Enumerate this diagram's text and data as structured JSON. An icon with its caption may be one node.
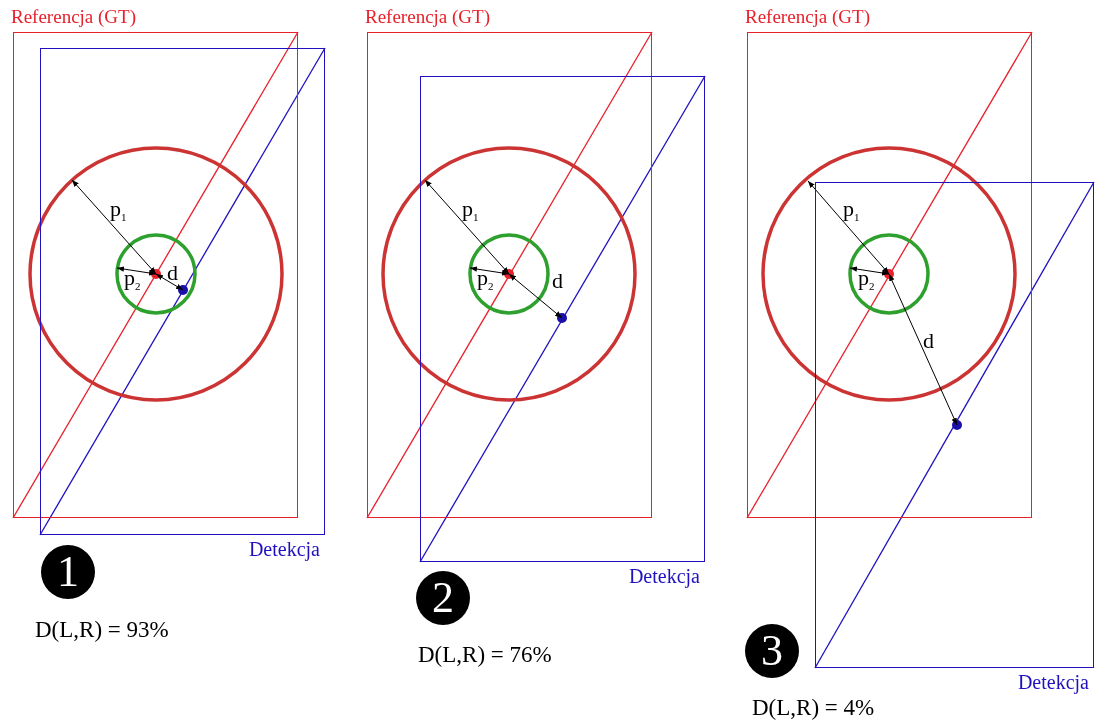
{
  "diagram": {
    "nodes": [
      {
        "text": [
          "Referencja (GT)"
        ]
      },
      {
        "text": [
          "Detekcja"
        ]
      },
      {
        "text": [
          "1"
        ]
      },
      {
        "text": [
          "Referencja (GT)"
        ]
      },
      {
        "text": [
          "Detekcja"
        ]
      },
      {
        "text": [
          "2"
        ]
      },
      {
        "text": [
          "Referencja (GT)"
        ]
      },
      {
        "text": [
          "Detekcja"
        ]
      },
      {
        "text": [
          "3"
        ]
      }
    ],
    "edges": [],
    "labels": [
      "p$_{1}$",
      "p$_{2}$",
      "d",
      "D(L,R) = 93%",
      "p$_{1}$",
      "p$_{2}$",
      "d",
      "D(L,R) = 76%",
      "p$_{1}$",
      "p$_{2}$",
      "d",
      "D(L,R) = 4%"
    ]
  }
}
